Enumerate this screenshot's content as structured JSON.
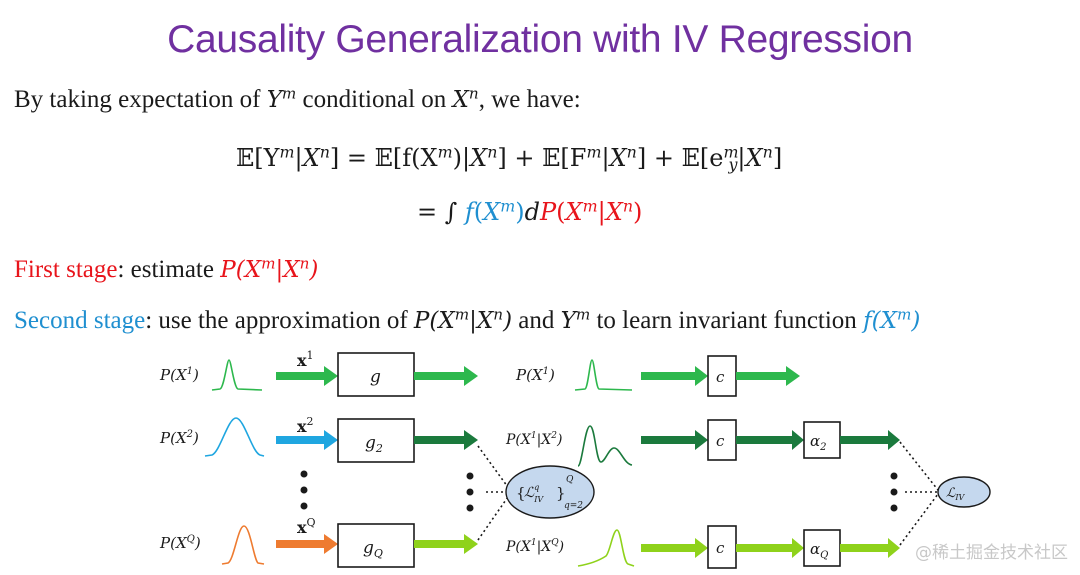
{
  "title": "Causality Generalization with IV Regression",
  "intro": {
    "prefix": "By taking expectation of ",
    "y_var": "Y",
    "y_sup": "m",
    "middle": " conditional on ",
    "x_var": "X",
    "x_sup": "n",
    "suffix": ", we have:"
  },
  "equation1": {
    "lhs": "𝔼[Y",
    "rhs1": "𝔼[f(X",
    "rhs2": "𝔼[F",
    "rhs3": "𝔼[e"
  },
  "first_stage": {
    "label": "First stage",
    "colon": ": estimate "
  },
  "second_stage": {
    "label": "Second stage",
    "text1": ": use the approximation of ",
    "text2": " and ",
    "text3": " to learn invariant function "
  },
  "diagram": {
    "left_dists": [
      "P(X",
      "P(X",
      "P(X"
    ],
    "left_sups": [
      "1",
      "2",
      "Q"
    ],
    "inputs": [
      "x",
      "x",
      "x"
    ],
    "input_sups": [
      "1",
      "2",
      "Q"
    ],
    "g_boxes": [
      "g",
      "g",
      "g"
    ],
    "g_subs": [
      "",
      "2",
      "Q"
    ],
    "mid_dists": [
      "P(X",
      "P(X",
      "P(X"
    ],
    "mid_conds": [
      "",
      "|X",
      "|X"
    ],
    "mid_cond_sups": [
      "",
      "2",
      "Q"
    ],
    "c_boxes": [
      "c",
      "c",
      "c"
    ],
    "alpha_boxes": [
      "α",
      "α"
    ],
    "alpha_subs": [
      "2",
      "Q"
    ],
    "loss_mid": "ℒ",
    "loss_mid_sup": "q",
    "loss_mid_sub": "IV",
    "loss_mid_range_top": "Q",
    "loss_mid_range_bottom": "q=2",
    "loss_right": "ℒ",
    "loss_right_sub": "IV"
  },
  "watermark": "@稀土掘金技术社区",
  "colors": {
    "title": "#7030a0",
    "red": "#e8141b",
    "blue": "#1f8fd0",
    "green": "#2db84d",
    "dark_green": "#1b7a3d",
    "lime": "#8fd21b",
    "orange": "#ee7b30",
    "ellipse": "#c5d8ee"
  }
}
